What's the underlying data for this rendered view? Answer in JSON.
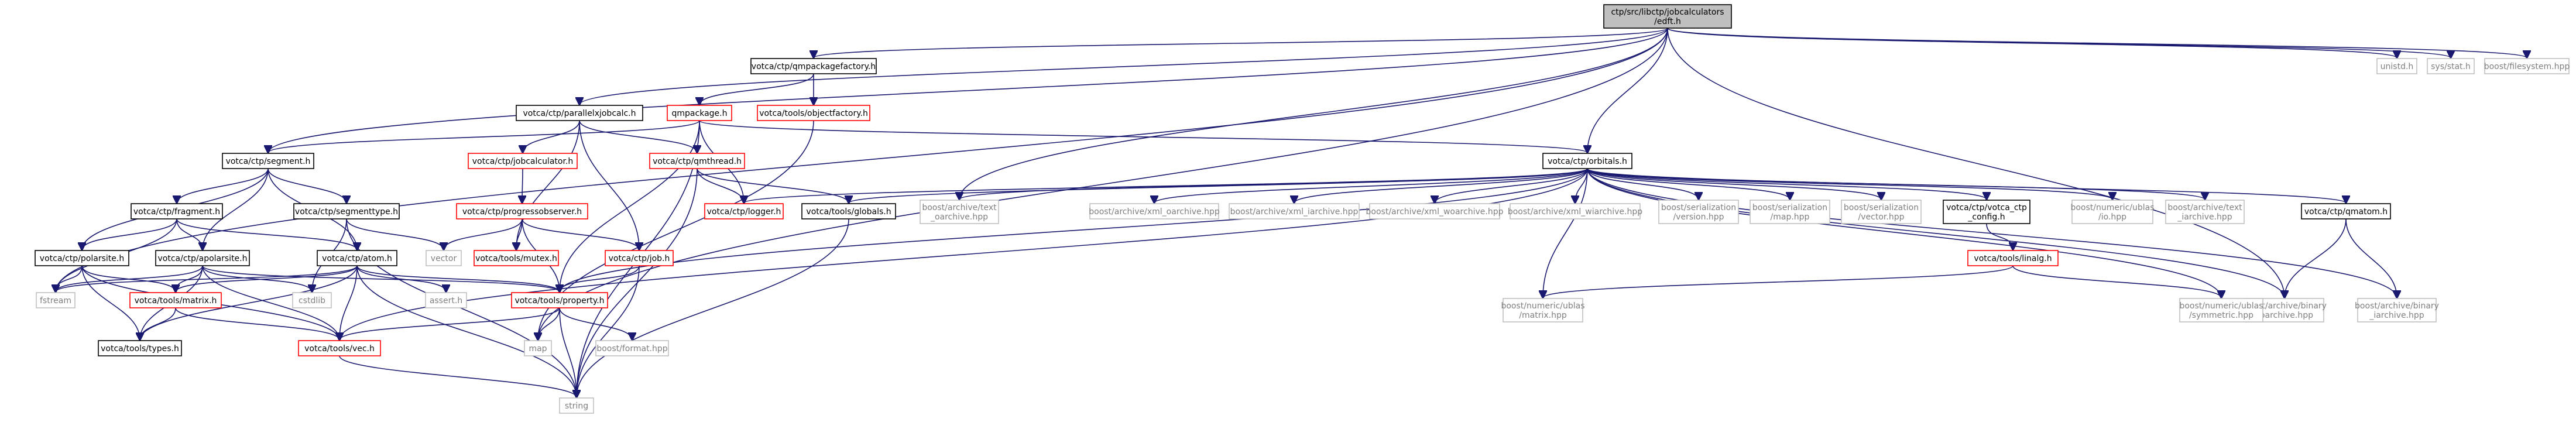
{
  "title": "ctp/src/libctp/jobcalculators/edft.h",
  "colors": {
    "root_fill": "#bfbfbf",
    "node_border": "#000000",
    "broken_border": "#ff0000",
    "system_border": "#bfbfbf",
    "edge": "#191970",
    "text": "#000000",
    "system_text": "#7f7f7f"
  },
  "nodes": [
    {
      "id": "root",
      "lines": [
        "ctp/src/libctp/jobcalculators",
        "/edft.h"
      ],
      "kind": "root"
    },
    {
      "id": "qmpackagefactory",
      "lines": [
        "votca/ctp/qmpackagefactory.h"
      ],
      "kind": "normal"
    },
    {
      "id": "unistd",
      "lines": [
        "unistd.h"
      ],
      "kind": "system"
    },
    {
      "id": "sysstat",
      "lines": [
        "sys/stat.h"
      ],
      "kind": "system"
    },
    {
      "id": "filesystem",
      "lines": [
        "boost/filesystem.hpp"
      ],
      "kind": "system"
    },
    {
      "id": "parallelxjobcalc",
      "lines": [
        "votca/ctp/parallelxjobcalc.h"
      ],
      "kind": "normal"
    },
    {
      "id": "qmpackage",
      "lines": [
        "qmpackage.h"
      ],
      "kind": "broken"
    },
    {
      "id": "objectfactory",
      "lines": [
        "votca/tools/objectfactory.h"
      ],
      "kind": "broken"
    },
    {
      "id": "segment",
      "lines": [
        "votca/ctp/segment.h"
      ],
      "kind": "normal"
    },
    {
      "id": "jobcalculator",
      "lines": [
        "votca/ctp/jobcalculator.h"
      ],
      "kind": "broken"
    },
    {
      "id": "qmthread",
      "lines": [
        "votca/ctp/qmthread.h"
      ],
      "kind": "broken"
    },
    {
      "id": "orbitals",
      "lines": [
        "votca/ctp/orbitals.h"
      ],
      "kind": "normal"
    },
    {
      "id": "fragment",
      "lines": [
        "votca/ctp/fragment.h"
      ],
      "kind": "normal"
    },
    {
      "id": "segmenttype",
      "lines": [
        "votca/ctp/segmenttype.h"
      ],
      "kind": "normal"
    },
    {
      "id": "progressobserver",
      "lines": [
        "votca/ctp/progressobserver.h"
      ],
      "kind": "broken"
    },
    {
      "id": "logger",
      "lines": [
        "votca/ctp/logger.h"
      ],
      "kind": "broken"
    },
    {
      "id": "globals",
      "lines": [
        "votca/tools/globals.h"
      ],
      "kind": "normal"
    },
    {
      "id": "text_oarchive",
      "lines": [
        "boost/archive/text",
        "_oarchive.hpp"
      ],
      "kind": "system"
    },
    {
      "id": "xml_oarchive",
      "lines": [
        "boost/archive/xml_oarchive.hpp"
      ],
      "kind": "system"
    },
    {
      "id": "xml_iarchive",
      "lines": [
        "boost/archive/xml_iarchive.hpp"
      ],
      "kind": "system"
    },
    {
      "id": "xml_woarchive",
      "lines": [
        "boost/archive/xml_woarchive.hpp"
      ],
      "kind": "system"
    },
    {
      "id": "xml_wiarchive",
      "lines": [
        "boost/archive/xml_wiarchive.hpp"
      ],
      "kind": "system"
    },
    {
      "id": "ser_version",
      "lines": [
        "boost/serialization",
        "/version.hpp"
      ],
      "kind": "system"
    },
    {
      "id": "ser_map",
      "lines": [
        "boost/serialization",
        "/map.hpp"
      ],
      "kind": "system"
    },
    {
      "id": "ser_vector",
      "lines": [
        "boost/serialization",
        "/vector.hpp"
      ],
      "kind": "system"
    },
    {
      "id": "votca_ctp_config",
      "lines": [
        "votca/ctp/votca_ctp",
        "_config.h"
      ],
      "kind": "normal"
    },
    {
      "id": "ublas_io",
      "lines": [
        "boost/numeric/ublas",
        "/io.hpp"
      ],
      "kind": "system"
    },
    {
      "id": "text_iarchive",
      "lines": [
        "boost/archive/text",
        "_iarchive.hpp"
      ],
      "kind": "system"
    },
    {
      "id": "qmatom",
      "lines": [
        "votca/ctp/qmatom.h"
      ],
      "kind": "normal"
    },
    {
      "id": "polarsite",
      "lines": [
        "votca/ctp/polarsite.h"
      ],
      "kind": "normal"
    },
    {
      "id": "apolarsite",
      "lines": [
        "votca/ctp/apolarsite.h"
      ],
      "kind": "normal"
    },
    {
      "id": "atom",
      "lines": [
        "votca/ctp/atom.h"
      ],
      "kind": "normal"
    },
    {
      "id": "vector",
      "lines": [
        "vector"
      ],
      "kind": "system"
    },
    {
      "id": "mutex",
      "lines": [
        "votca/tools/mutex.h"
      ],
      "kind": "broken"
    },
    {
      "id": "job",
      "lines": [
        "votca/ctp/job.h"
      ],
      "kind": "broken"
    },
    {
      "id": "linalg",
      "lines": [
        "votca/tools/linalg.h"
      ],
      "kind": "broken"
    },
    {
      "id": "binary_oarchive",
      "lines": [
        "boost/archive/binary",
        "_oarchive.hpp"
      ],
      "kind": "system"
    },
    {
      "id": "binary_iarchive",
      "lines": [
        "boost/archive/binary",
        "_iarchive.hpp"
      ],
      "kind": "system"
    },
    {
      "id": "fstream",
      "lines": [
        "fstream"
      ],
      "kind": "system"
    },
    {
      "id": "cstdlib",
      "lines": [
        "cstdlib"
      ],
      "kind": "system"
    },
    {
      "id": "asserth",
      "lines": [
        "assert.h"
      ],
      "kind": "system"
    },
    {
      "id": "matrixh",
      "lines": [
        "votca/tools/matrix.h"
      ],
      "kind": "broken"
    },
    {
      "id": "property",
      "lines": [
        "votca/tools/property.h"
      ],
      "kind": "broken"
    },
    {
      "id": "ublas_matrix",
      "lines": [
        "boost/numeric/ublas",
        "/matrix.hpp"
      ],
      "kind": "system"
    },
    {
      "id": "ublas_symmetric",
      "lines": [
        "boost/numeric/ublas",
        "/symmetric.hpp"
      ],
      "kind": "system"
    },
    {
      "id": "map",
      "lines": [
        "map"
      ],
      "kind": "system"
    },
    {
      "id": "types",
      "lines": [
        "votca/tools/types.h"
      ],
      "kind": "normal"
    },
    {
      "id": "vec",
      "lines": [
        "votca/tools/vec.h"
      ],
      "kind": "broken"
    },
    {
      "id": "boost_format",
      "lines": [
        "boost/format.hpp"
      ],
      "kind": "system"
    },
    {
      "id": "string",
      "lines": [
        "string"
      ],
      "kind": "system"
    }
  ]
}
